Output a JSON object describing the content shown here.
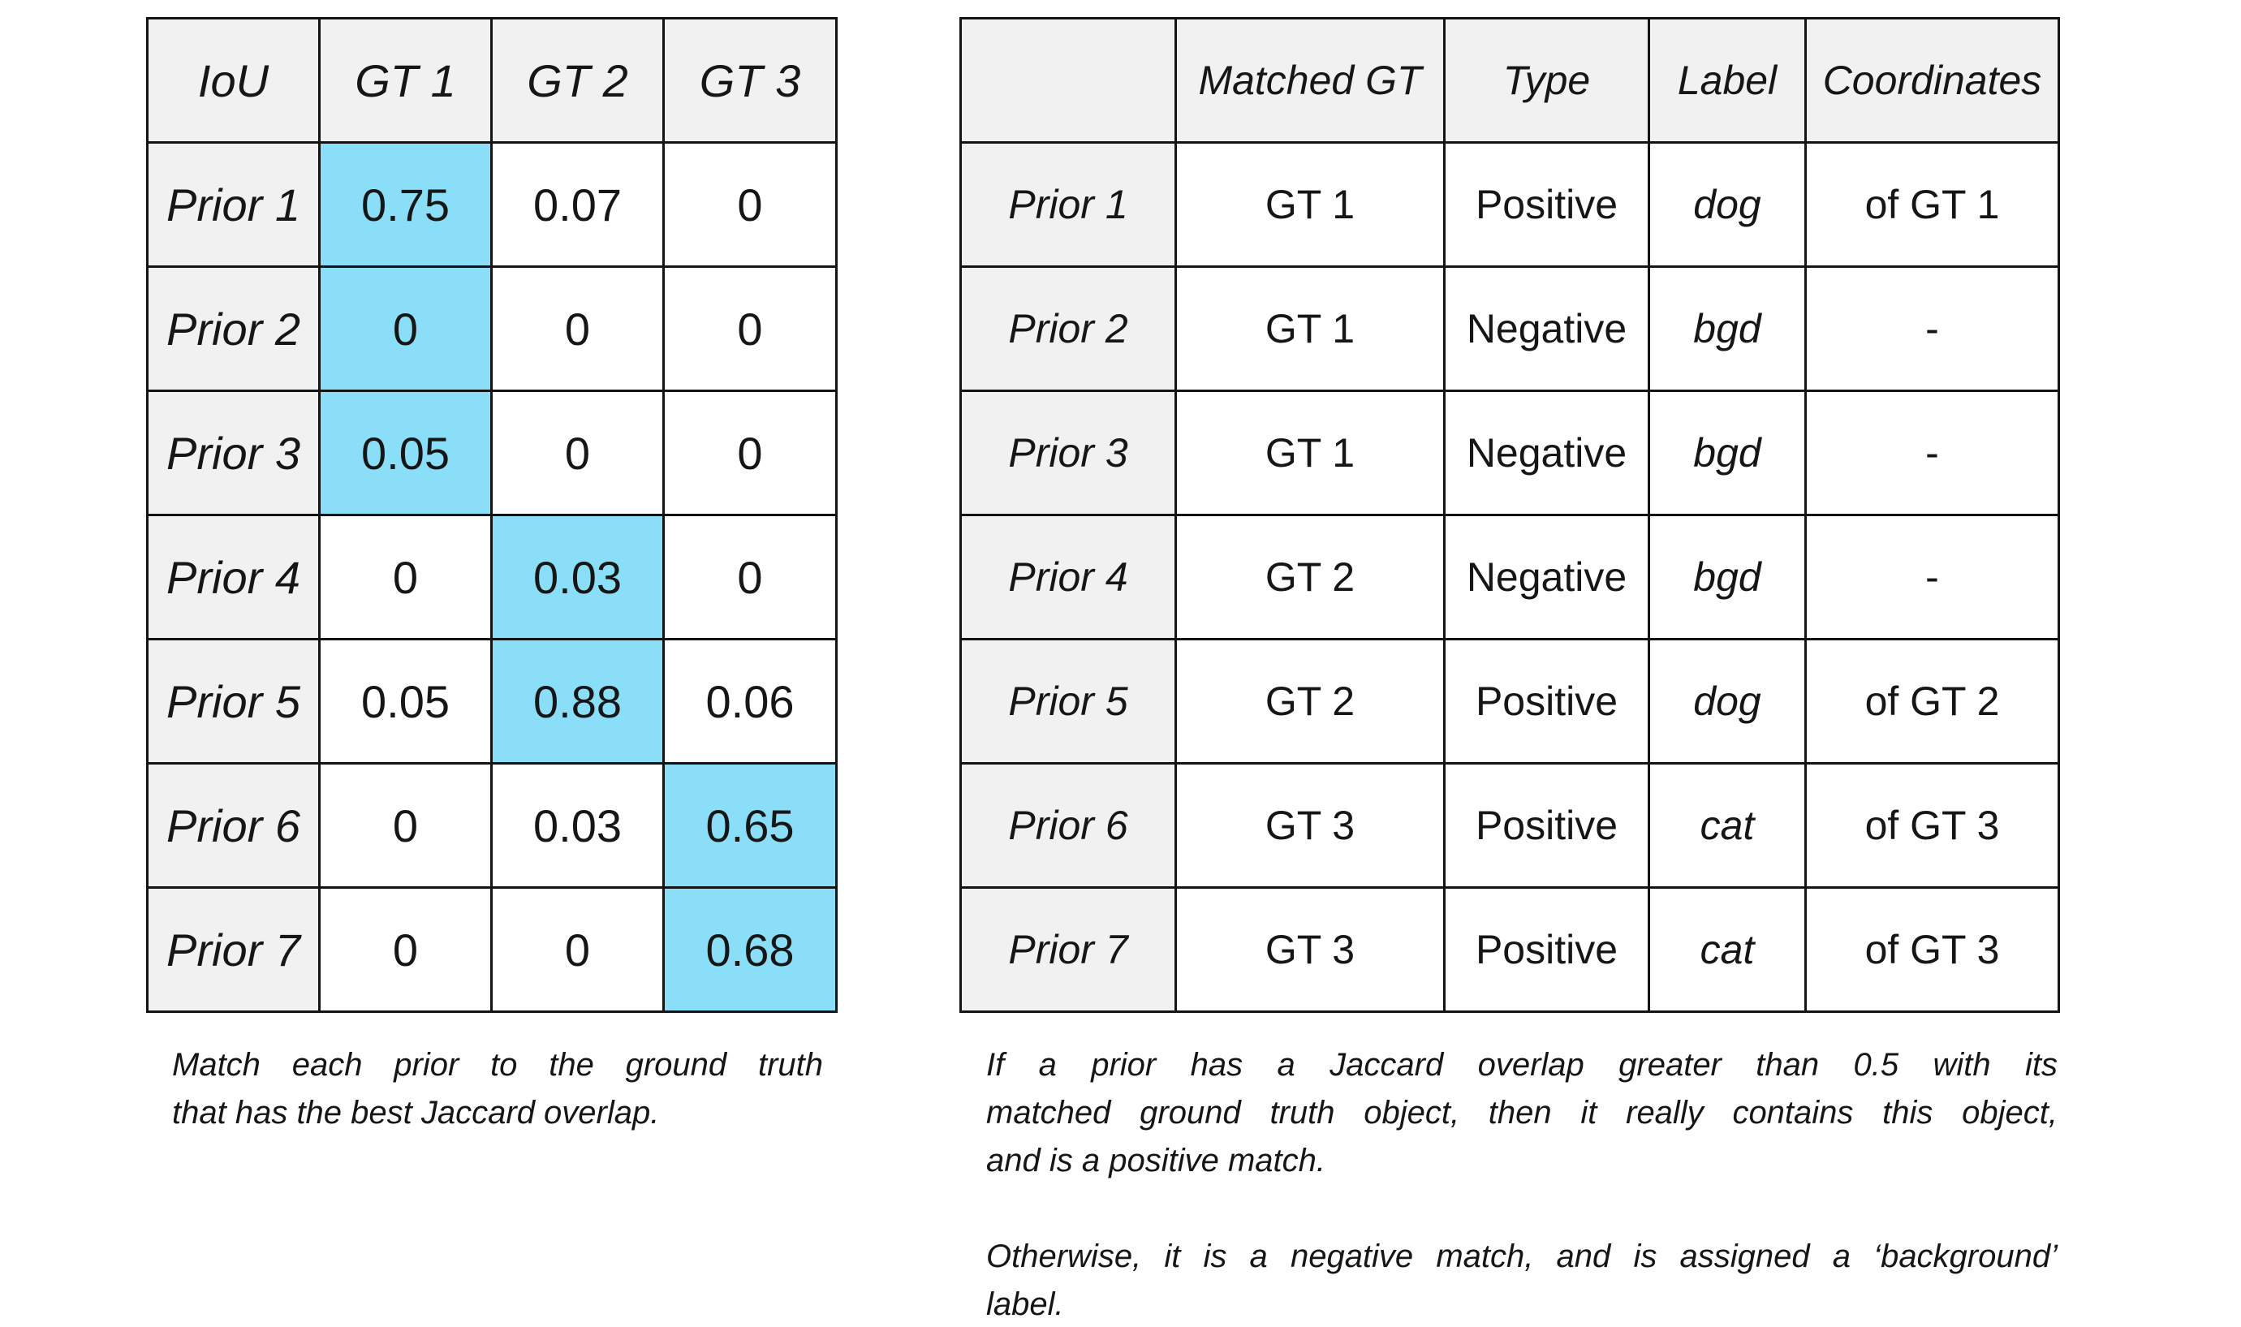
{
  "colors": {
    "highlight_cyan": "#8bdef7",
    "header_gray": "#f1f1f1",
    "border": "#141414",
    "text": "#161616",
    "background": "#ffffff"
  },
  "iou_table": {
    "headers": [
      "IoU",
      "GT 1",
      "GT 2",
      "GT 3"
    ],
    "rows": [
      {
        "label": "Prior 1",
        "values": [
          "0.75",
          "0.07",
          "0"
        ],
        "highlight_col": 0
      },
      {
        "label": "Prior 2",
        "values": [
          "0",
          "0",
          "0"
        ],
        "highlight_col": 0
      },
      {
        "label": "Prior 3",
        "values": [
          "0.05",
          "0",
          "0"
        ],
        "highlight_col": 0
      },
      {
        "label": "Prior 4",
        "values": [
          "0",
          "0.03",
          "0"
        ],
        "highlight_col": 1
      },
      {
        "label": "Prior 5",
        "values": [
          "0.05",
          "0.88",
          "0.06"
        ],
        "highlight_col": 1
      },
      {
        "label": "Prior 6",
        "values": [
          "0",
          "0.03",
          "0.65"
        ],
        "highlight_col": 2
      },
      {
        "label": "Prior 7",
        "values": [
          "0",
          "0",
          "0.68"
        ],
        "highlight_col": 2
      }
    ]
  },
  "match_table": {
    "headers": [
      "",
      "Matched GT",
      "Type",
      "Label",
      "Coordinates"
    ],
    "rows": [
      {
        "label": "Prior 1",
        "cells": [
          "GT 1",
          "Positive",
          "dog",
          "of GT 1"
        ]
      },
      {
        "label": "Prior 2",
        "cells": [
          "GT 1",
          "Negative",
          "bgd",
          "-"
        ]
      },
      {
        "label": "Prior 3",
        "cells": [
          "GT 1",
          "Negative",
          "bgd",
          "-"
        ]
      },
      {
        "label": "Prior 4",
        "cells": [
          "GT 2",
          "Negative",
          "bgd",
          "-"
        ]
      },
      {
        "label": "Prior 5",
        "cells": [
          "GT 2",
          "Positive",
          "dog",
          "of GT 2"
        ]
      },
      {
        "label": "Prior 6",
        "cells": [
          "GT 3",
          "Positive",
          "cat",
          "of GT 3"
        ]
      },
      {
        "label": "Prior 7",
        "cells": [
          "GT 3",
          "Positive",
          "cat",
          "of GT 3"
        ]
      }
    ]
  },
  "captions": {
    "left": {
      "lines": [
        "Match each prior to the ground truth",
        "that has the best Jaccard overlap."
      ]
    },
    "right": {
      "paragraph1_lines": [
        "If a prior has a Jaccard overlap greater than 0.5 with its",
        "matched ground truth object, then it really contains this object,",
        "and is a positive match."
      ],
      "paragraph2_lines": [
        "Otherwise, it is a negative match, and is assigned a ‘background’",
        "label."
      ]
    }
  }
}
